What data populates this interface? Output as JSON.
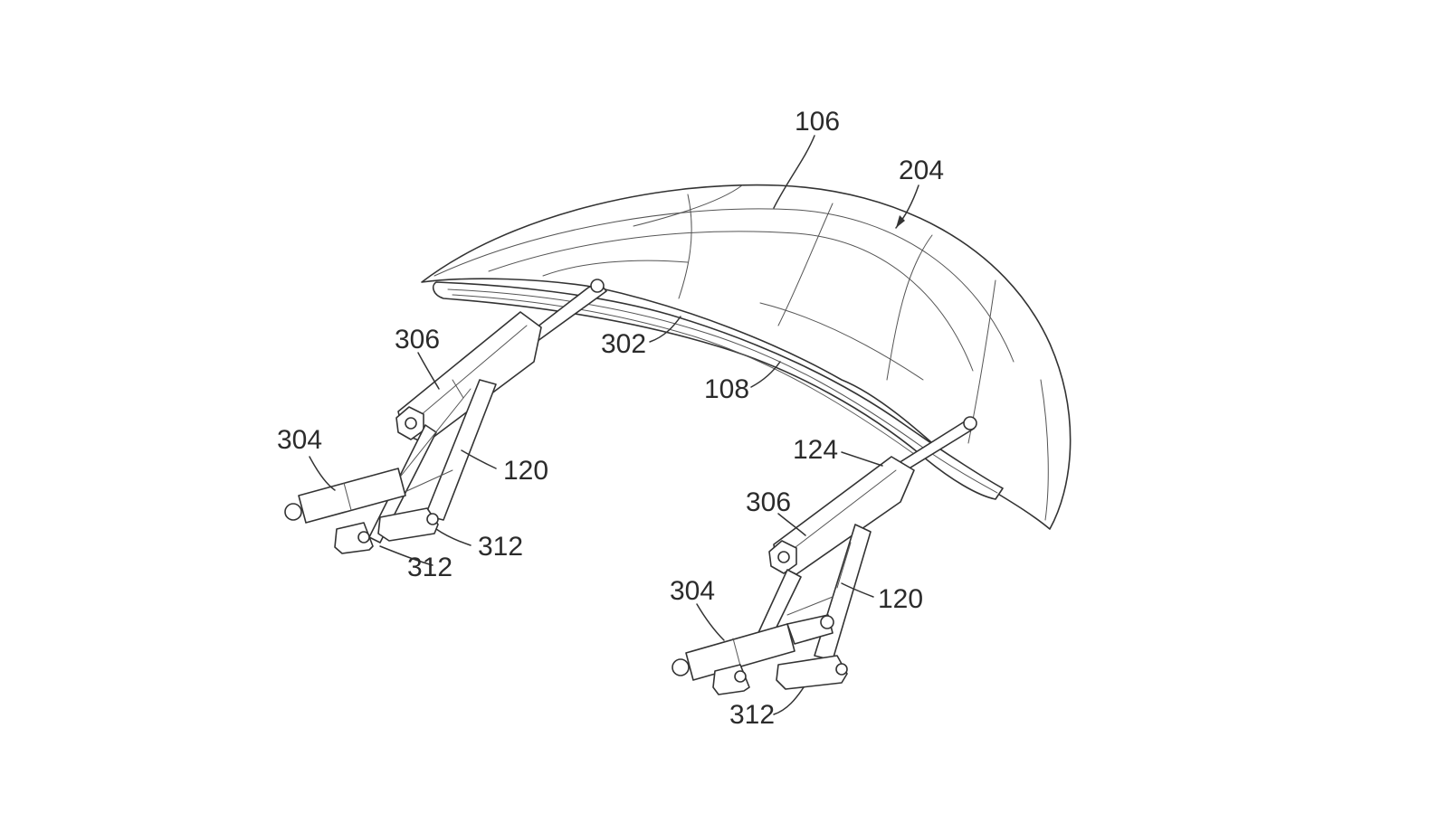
{
  "figure": {
    "labels": {
      "l106": "106",
      "l204": "204",
      "l302": "302",
      "l108": "108",
      "l306a": "306",
      "l304a": "304",
      "l120a": "120",
      "l312a": "312",
      "l312b": "312",
      "l124": "124",
      "l306b": "306",
      "l304b": "304",
      "l120b": "120",
      "l312c": "312"
    },
    "colors": {
      "line": "#333333",
      "background": "#ffffff"
    }
  }
}
